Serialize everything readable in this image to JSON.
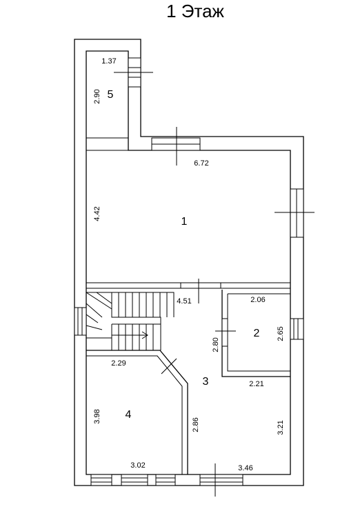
{
  "title": "1 Этаж",
  "rooms": [
    {
      "id": "1",
      "label": "1"
    },
    {
      "id": "2",
      "label": "2"
    },
    {
      "id": "3",
      "label": "3"
    },
    {
      "id": "4",
      "label": "4"
    },
    {
      "id": "5",
      "label": "5"
    }
  ],
  "dimensions": {
    "room5_width": "1.37",
    "room5_height": "2.90",
    "room1_width": "6.72",
    "room1_height": "4.42",
    "stair_width": "4.51",
    "room2_width": "2.06",
    "room2_height_right": "2.65",
    "room2_height_left": "2.80",
    "room3_width_top": "2.21",
    "room3_height_right": "3.21",
    "room3_height_left": "2.86",
    "room3_width_bottom": "3.46",
    "room4_width_top": "2.29",
    "room4_height": "3.98",
    "room4_width_bottom": "3.02"
  }
}
